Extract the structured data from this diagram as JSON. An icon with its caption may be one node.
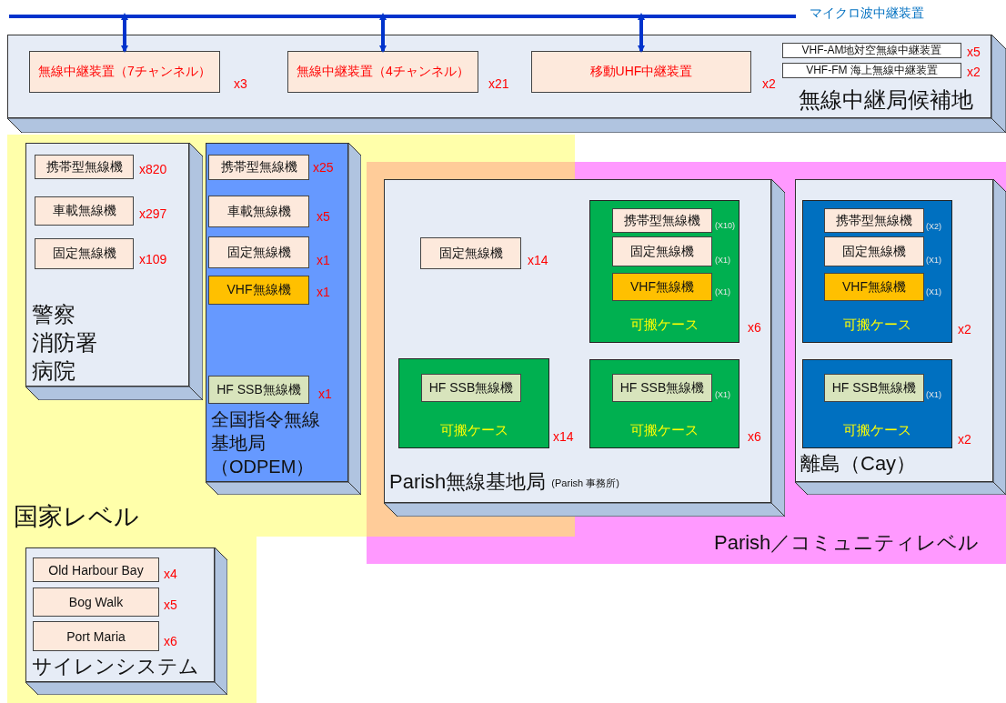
{
  "diagram": {
    "nodes": [
      {
        "text": [
          "マイクロ波中継装置"
        ]
      },
      {
        "text": [
          "無線中継局候補地"
        ]
      },
      {
        "text": [
          "無線中継装置（7チャンネル）"
        ],
        "in": 1,
        "beside": [
          "x3"
        ]
      },
      {
        "text": [
          "無線中継装置（4チャンネル）"
        ],
        "in": 1,
        "beside": [
          "x21"
        ]
      },
      {
        "text": [
          "移動UHF中継装置"
        ],
        "in": 1,
        "beside": [
          "x2"
        ]
      },
      {
        "text": [
          "VHF-AM地対空無線中継装置"
        ],
        "in": 1,
        "beside": [
          "x5"
        ]
      },
      {
        "text": [
          "VHF-FM 海上無線中継装置"
        ],
        "in": 1,
        "beside": [
          "x2"
        ]
      },
      {
        "text": [
          "国家レベル"
        ]
      },
      {
        "text": [
          "警察",
          "消防署",
          "病院"
        ],
        "in": 7
      },
      {
        "text": [
          "携帯型無線機"
        ],
        "in": 8,
        "beside": [
          "x820"
        ]
      },
      {
        "text": [
          "車載無線機"
        ],
        "in": 8,
        "beside": [
          "x297"
        ]
      },
      {
        "text": [
          "固定無線機"
        ],
        "in": 8,
        "beside": [
          "x109"
        ]
      },
      {
        "text": [
          "全国指令無線基地局（ODPEM）"
        ],
        "in": 7
      },
      {
        "text": [
          "携帯型無線機"
        ],
        "in": 12,
        "beside": [
          "x25"
        ]
      },
      {
        "text": [
          "車載無線機"
        ],
        "in": 12,
        "beside": [
          "x5"
        ]
      },
      {
        "text": [
          "固定無線機"
        ],
        "in": 12,
        "beside": [
          "x1"
        ]
      },
      {
        "text": [
          "VHF無線機"
        ],
        "in": 12,
        "beside": [
          "x1"
        ]
      },
      {
        "text": [
          "HF SSB無線機"
        ],
        "in": 12,
        "beside": [
          "x1"
        ]
      },
      {
        "text": [
          "サイレンシステム"
        ],
        "in": 7
      },
      {
        "text": [
          "Old Harbour Bay"
        ],
        "in": 18,
        "beside": [
          "x4"
        ]
      },
      {
        "text": [
          "Bog Walk"
        ],
        "in": 18,
        "beside": [
          "x5"
        ]
      },
      {
        "text": [
          "Port Maria"
        ],
        "in": 18,
        "beside": [
          "x6"
        ]
      },
      {
        "text": [
          "Parish／コミュニティレベル"
        ]
      },
      {
        "text": [
          "Parish無線基地局",
          "(Parish 事務所)"
        ],
        "in": 22
      },
      {
        "text": [
          "固定無線機"
        ],
        "beside": [
          "x14"
        ]
      },
      {
        "text": [
          "可搬ケース"
        ],
        "in": 23,
        "beside": [
          "x6"
        ]
      },
      {
        "text": [
          "携帯型無線機"
        ],
        "in": 25,
        "beside": [
          "(X10)"
        ]
      },
      {
        "text": [
          "固定無線機"
        ],
        "in": 25,
        "beside": [
          "(X1)"
        ]
      },
      {
        "text": [
          "VHF無線機"
        ],
        "in": 25,
        "beside": [
          "(X1)"
        ]
      },
      {
        "text": [
          "可搬ケース"
        ],
        "beside": [
          "x14"
        ]
      },
      {
        "text": [
          "HF SSB無線機"
        ],
        "in": 29
      },
      {
        "text": [
          "可搬ケース"
        ],
        "in": 23,
        "beside": [
          "x6"
        ]
      },
      {
        "text": [
          "HF SSB無線機"
        ],
        "in": 31,
        "beside": [
          "(X1)"
        ]
      },
      {
        "text": [
          "離島（Cay）"
        ],
        "in": 22
      },
      {
        "text": [
          "可搬ケース"
        ],
        "in": 33,
        "beside": [
          "x2"
        ]
      },
      {
        "text": [
          "携帯型無線機"
        ],
        "in": 34,
        "beside": [
          "(X2)"
        ]
      },
      {
        "text": [
          "固定無線機"
        ],
        "in": 34,
        "beside": [
          "(X1)"
        ]
      },
      {
        "text": [
          "VHF無線機"
        ],
        "in": 34,
        "beside": [
          "(X1)"
        ]
      },
      {
        "text": [
          "可搬ケース"
        ],
        "in": 33,
        "beside": [
          "x2"
        ]
      },
      {
        "text": [
          "HF SSB無線機"
        ],
        "in": 38,
        "beside": [
          "(X1)"
        ]
      }
    ],
    "edges": [
      {
        "from": 0,
        "to": 2,
        "arrow": "both"
      },
      {
        "from": 0,
        "to": 3,
        "arrow": "both"
      },
      {
        "from": 0,
        "to": 4,
        "arrow": "both"
      }
    ]
  }
}
